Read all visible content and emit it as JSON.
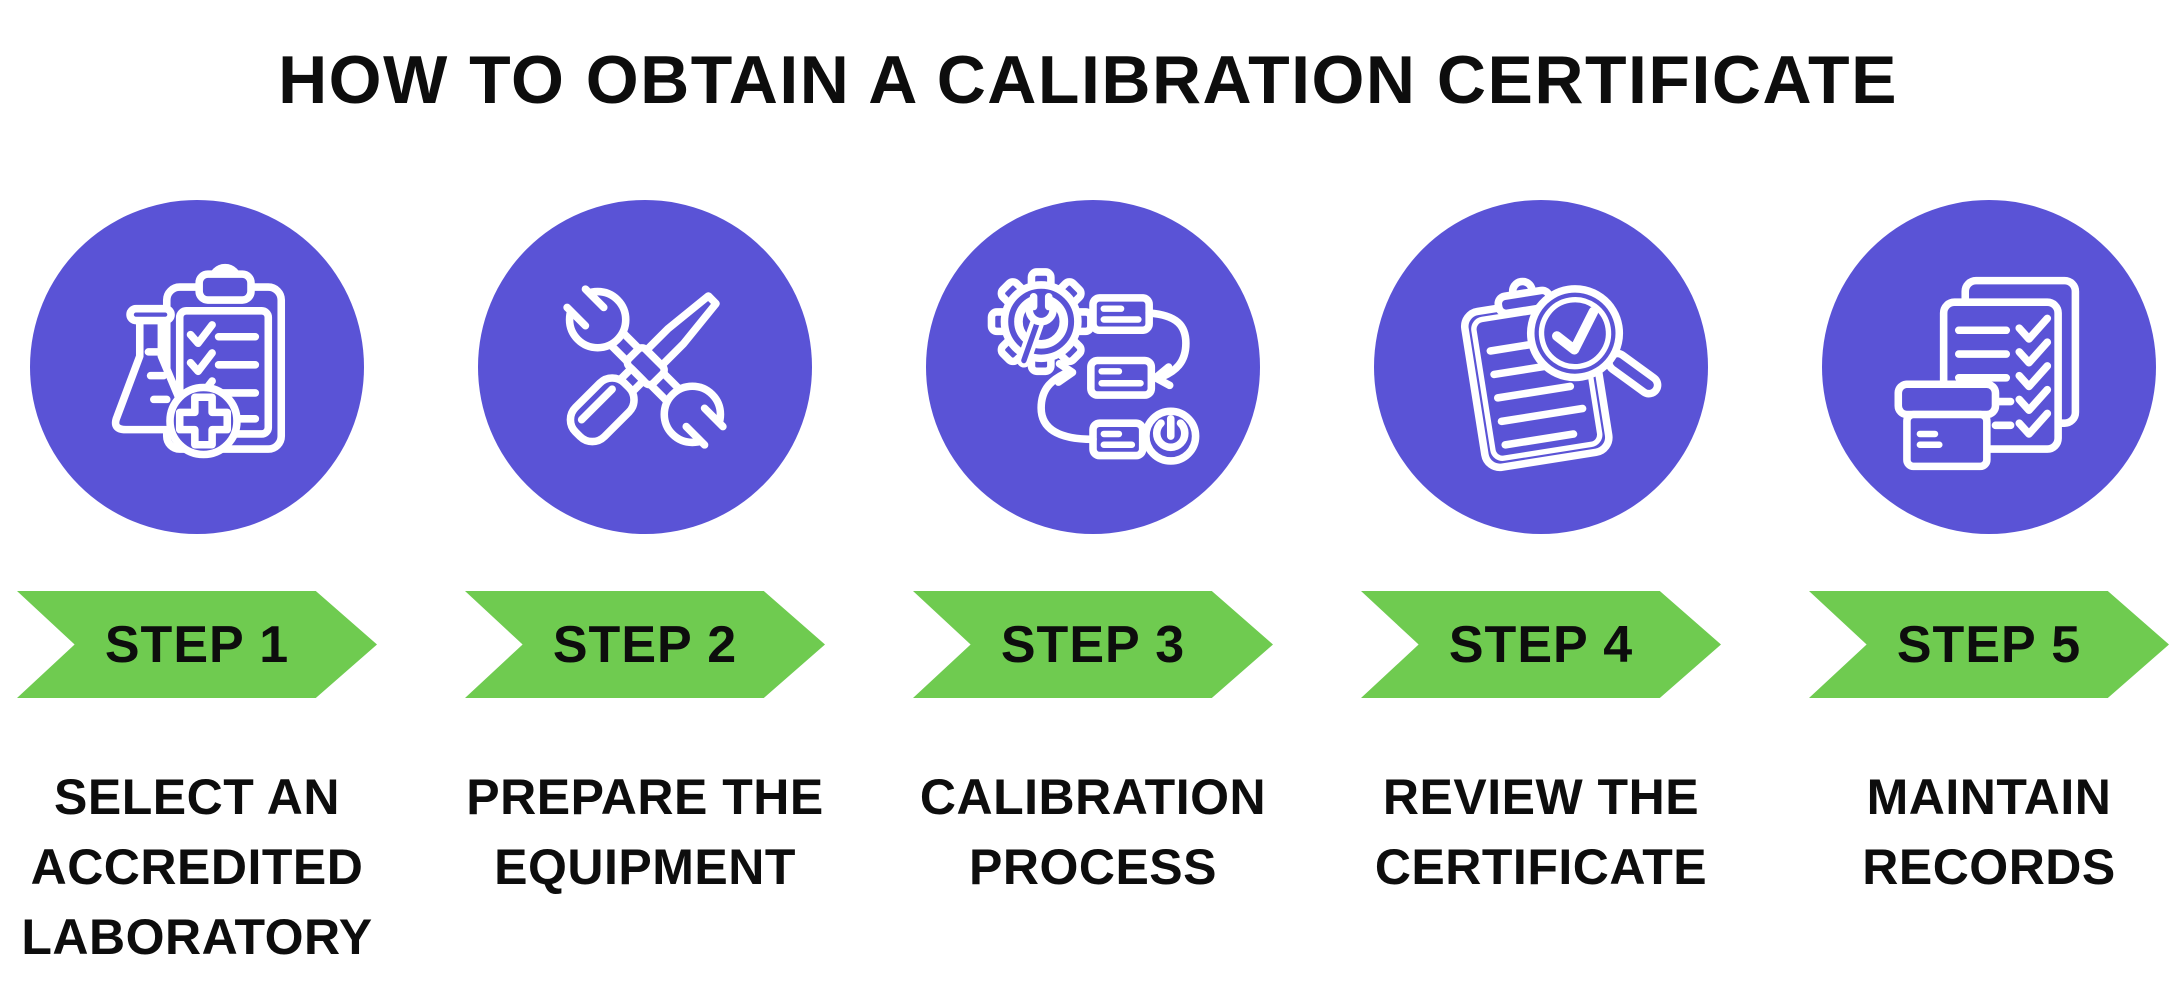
{
  "title": "HOW TO OBTAIN A CALIBRATION CERTIFICATE",
  "colors": {
    "purple": "#5a53d6",
    "green": "#6fcb50",
    "text": "#0d0d0d",
    "icon_stroke": "#ffffff",
    "background": "#ffffff"
  },
  "steps": [
    {
      "banner": "STEP 1",
      "icon": "flask-checklist-icon",
      "desc_lines": [
        "SELECT AN",
        "ACCREDITED",
        "LABORATORY"
      ]
    },
    {
      "banner": "STEP 2",
      "icon": "wrench-screwdriver-icon",
      "desc_lines": [
        "PREPARE THE",
        "EQUIPMENT"
      ]
    },
    {
      "banner": "STEP 3",
      "icon": "gear-flowchart-power-icon",
      "desc_lines": [
        "CALIBRATION",
        "PROCESS"
      ]
    },
    {
      "banner": "STEP 4",
      "icon": "clipboard-magnifier-icon",
      "desc_lines": [
        "REVIEW THE",
        "CERTIFICATE"
      ]
    },
    {
      "banner": "STEP 5",
      "icon": "documents-archive-box-icon",
      "desc_lines": [
        "MAINTAIN",
        "RECORDS"
      ]
    }
  ]
}
